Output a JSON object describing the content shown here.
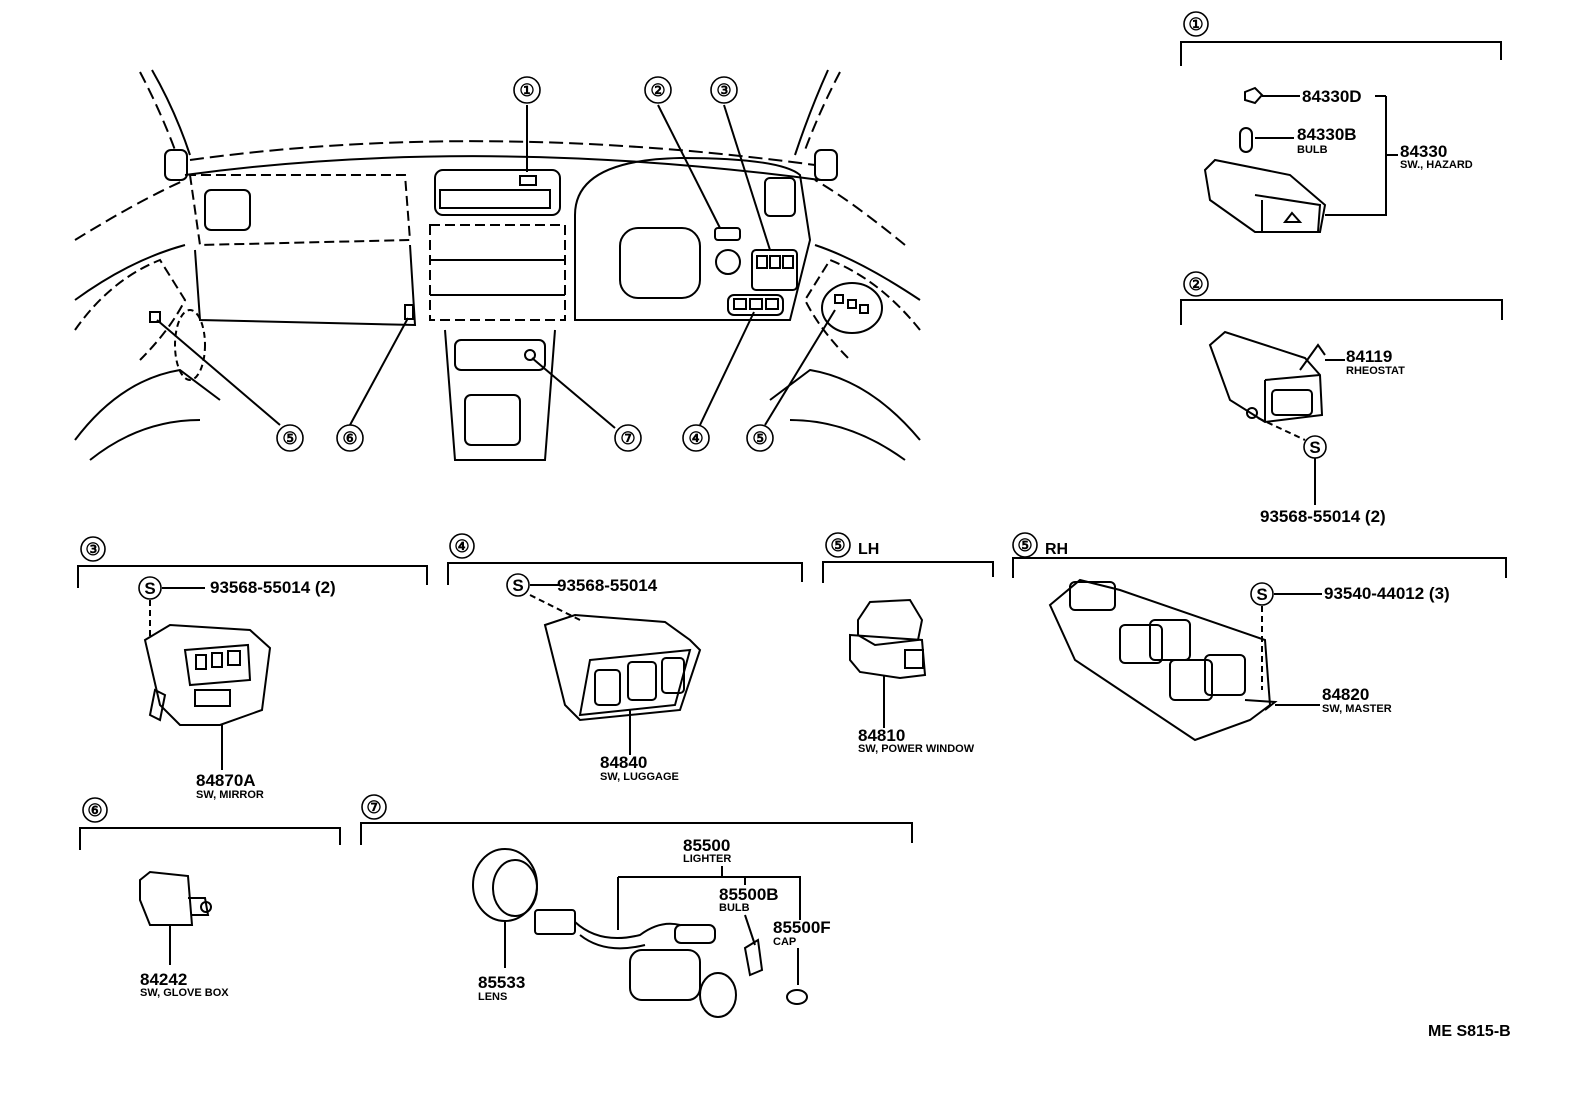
{
  "diagram": {
    "code": "ME S815-B",
    "dash": {
      "callouts": [
        "①",
        "②",
        "③",
        "⑤",
        "⑥",
        "⑦",
        "④",
        "⑤"
      ]
    },
    "sections": {
      "s1": {
        "marker": "①",
        "parts": [
          {
            "num": "84330D",
            "desc": ""
          },
          {
            "num": "84330B",
            "desc": "BULB"
          },
          {
            "num": "84330",
            "desc": "SW., HAZARD"
          }
        ]
      },
      "s2": {
        "marker": "②",
        "parts": [
          {
            "num": "84119",
            "desc": "RHEOSTAT"
          },
          {
            "num": "93568-55014 (2)",
            "desc": ""
          }
        ],
        "screw": "S"
      },
      "s3": {
        "marker": "③",
        "parts": [
          {
            "num": "93568-55014 (2)",
            "desc": ""
          },
          {
            "num": "84870A",
            "desc": "SW, MIRROR"
          }
        ],
        "screw": "S"
      },
      "s4": {
        "marker": "④",
        "parts": [
          {
            "num": "93568-55014",
            "desc": ""
          },
          {
            "num": "84840",
            "desc": "SW, LUGGAGE"
          }
        ],
        "screw": "S"
      },
      "s5lh": {
        "marker": "⑤",
        "side": "LH",
        "parts": [
          {
            "num": "84810",
            "desc": "SW, POWER WINDOW"
          }
        ]
      },
      "s5rh": {
        "marker": "⑤",
        "side": "RH",
        "parts": [
          {
            "num": "93540-44012 (3)",
            "desc": ""
          },
          {
            "num": "84820",
            "desc": "SW, MASTER"
          }
        ],
        "screw": "S"
      },
      "s6": {
        "marker": "⑥",
        "parts": [
          {
            "num": "84242",
            "desc": "SW, GLOVE BOX"
          }
        ]
      },
      "s7": {
        "marker": "⑦",
        "parts": [
          {
            "num": "85500",
            "desc": "LIGHTER"
          },
          {
            "num": "85500B",
            "desc": "BULB"
          },
          {
            "num": "85500F",
            "desc": "CAP"
          },
          {
            "num": "85533",
            "desc": "LENS"
          }
        ]
      }
    }
  }
}
